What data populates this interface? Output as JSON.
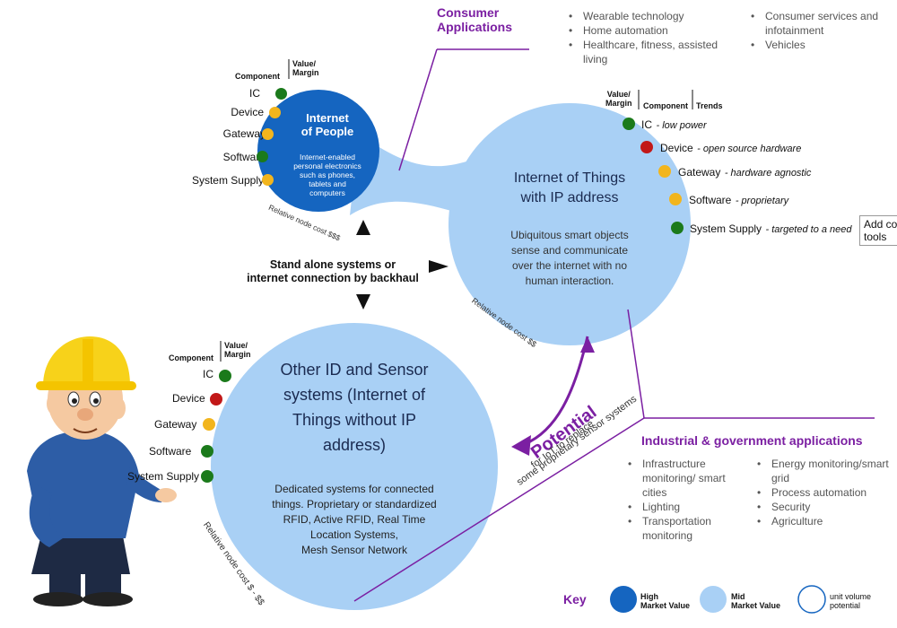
{
  "consumer": {
    "title": "Consumer\nApplications",
    "col1": [
      "Wearable technology",
      "Home automation",
      "Healthcare, fitness, assisted living"
    ],
    "col2": [
      "Consumer services and infotainment",
      "Vehicles"
    ]
  },
  "people": {
    "title": "Internet\nof People",
    "desc": "Internet-enabled\npersonal electronics\nsuch as phones,\ntablets and\ncomputers",
    "header_component": "Component",
    "header_value": "Value/\nMargin",
    "items": [
      {
        "label": "IC",
        "status": "green"
      },
      {
        "label": "Device",
        "status": "yellow"
      },
      {
        "label": "Gateway",
        "status": "yellow"
      },
      {
        "label": "Software",
        "status": "green"
      },
      {
        "label": "System Supply",
        "status": "yellow"
      }
    ],
    "cost": "Relative node cost $$$"
  },
  "iot_ip": {
    "title": "Internet of Things\nwith IP address",
    "desc": "Ubiquitous smart objects\nsense and communicate\nover the internet with no\nhuman interaction.",
    "header_value": "Value/\nMargin",
    "header_component": "Component",
    "header_trends": "Trends",
    "items": [
      {
        "label": "IC",
        "trend": "low power",
        "status": "green"
      },
      {
        "label": "Device",
        "trend": "open source hardware",
        "status": "red"
      },
      {
        "label": "Gateway",
        "trend": "hardware agnostic",
        "status": "yellow"
      },
      {
        "label": "Software",
        "trend": "proprietary",
        "status": "yellow"
      },
      {
        "label": "System Supply",
        "trend": "targeted to a need",
        "status": "green"
      }
    ],
    "cost": "Relative node cost $$"
  },
  "standalone": "Stand alone systems or\ninternet connection by backhaul",
  "other": {
    "title": "Other ID and Sensor\nsystems (Internet of\nThings without IP\naddress)",
    "desc": "Dedicated systems for connected\nthings. Proprietary or standardized\nRFID, Active RFID, Real Time\nLocation Systems,\nMesh Sensor Network",
    "header_component": "Component",
    "header_value": "Value/\nMargin",
    "items": [
      {
        "label": "IC",
        "status": "green"
      },
      {
        "label": "Device",
        "status": "red"
      },
      {
        "label": "Gateway",
        "status": "yellow"
      },
      {
        "label": "Software",
        "status": "green"
      },
      {
        "label": "System Supply",
        "status": "green"
      }
    ],
    "cost": "Relative node cost $ - $$"
  },
  "potential": {
    "title": "Potential",
    "sub1": "for IoT to replace",
    "sub2": "some proprietary sensor systems"
  },
  "industrial": {
    "title": "Industrial & government applications",
    "col1": [
      "Infrastructure monitoring/ smart cities",
      "Lighting",
      "Transportation monitoring"
    ],
    "col2": [
      "Energy monitoring/smart grid",
      "Process automation",
      "Security",
      "Agriculture"
    ]
  },
  "key": {
    "title": "Key",
    "items": [
      {
        "label": "High\nMarket Value"
      },
      {
        "label": "Mid\nMarket Value"
      },
      {
        "label": "unit volume\npotential"
      }
    ]
  },
  "note": "Add co\ntools",
  "colors": {
    "high": "#1565c0",
    "mid": "#a9d0f5",
    "green": "#1b7a1b",
    "yellow": "#f2b51d",
    "red": "#c21818",
    "purple": "#7b1fa2"
  }
}
